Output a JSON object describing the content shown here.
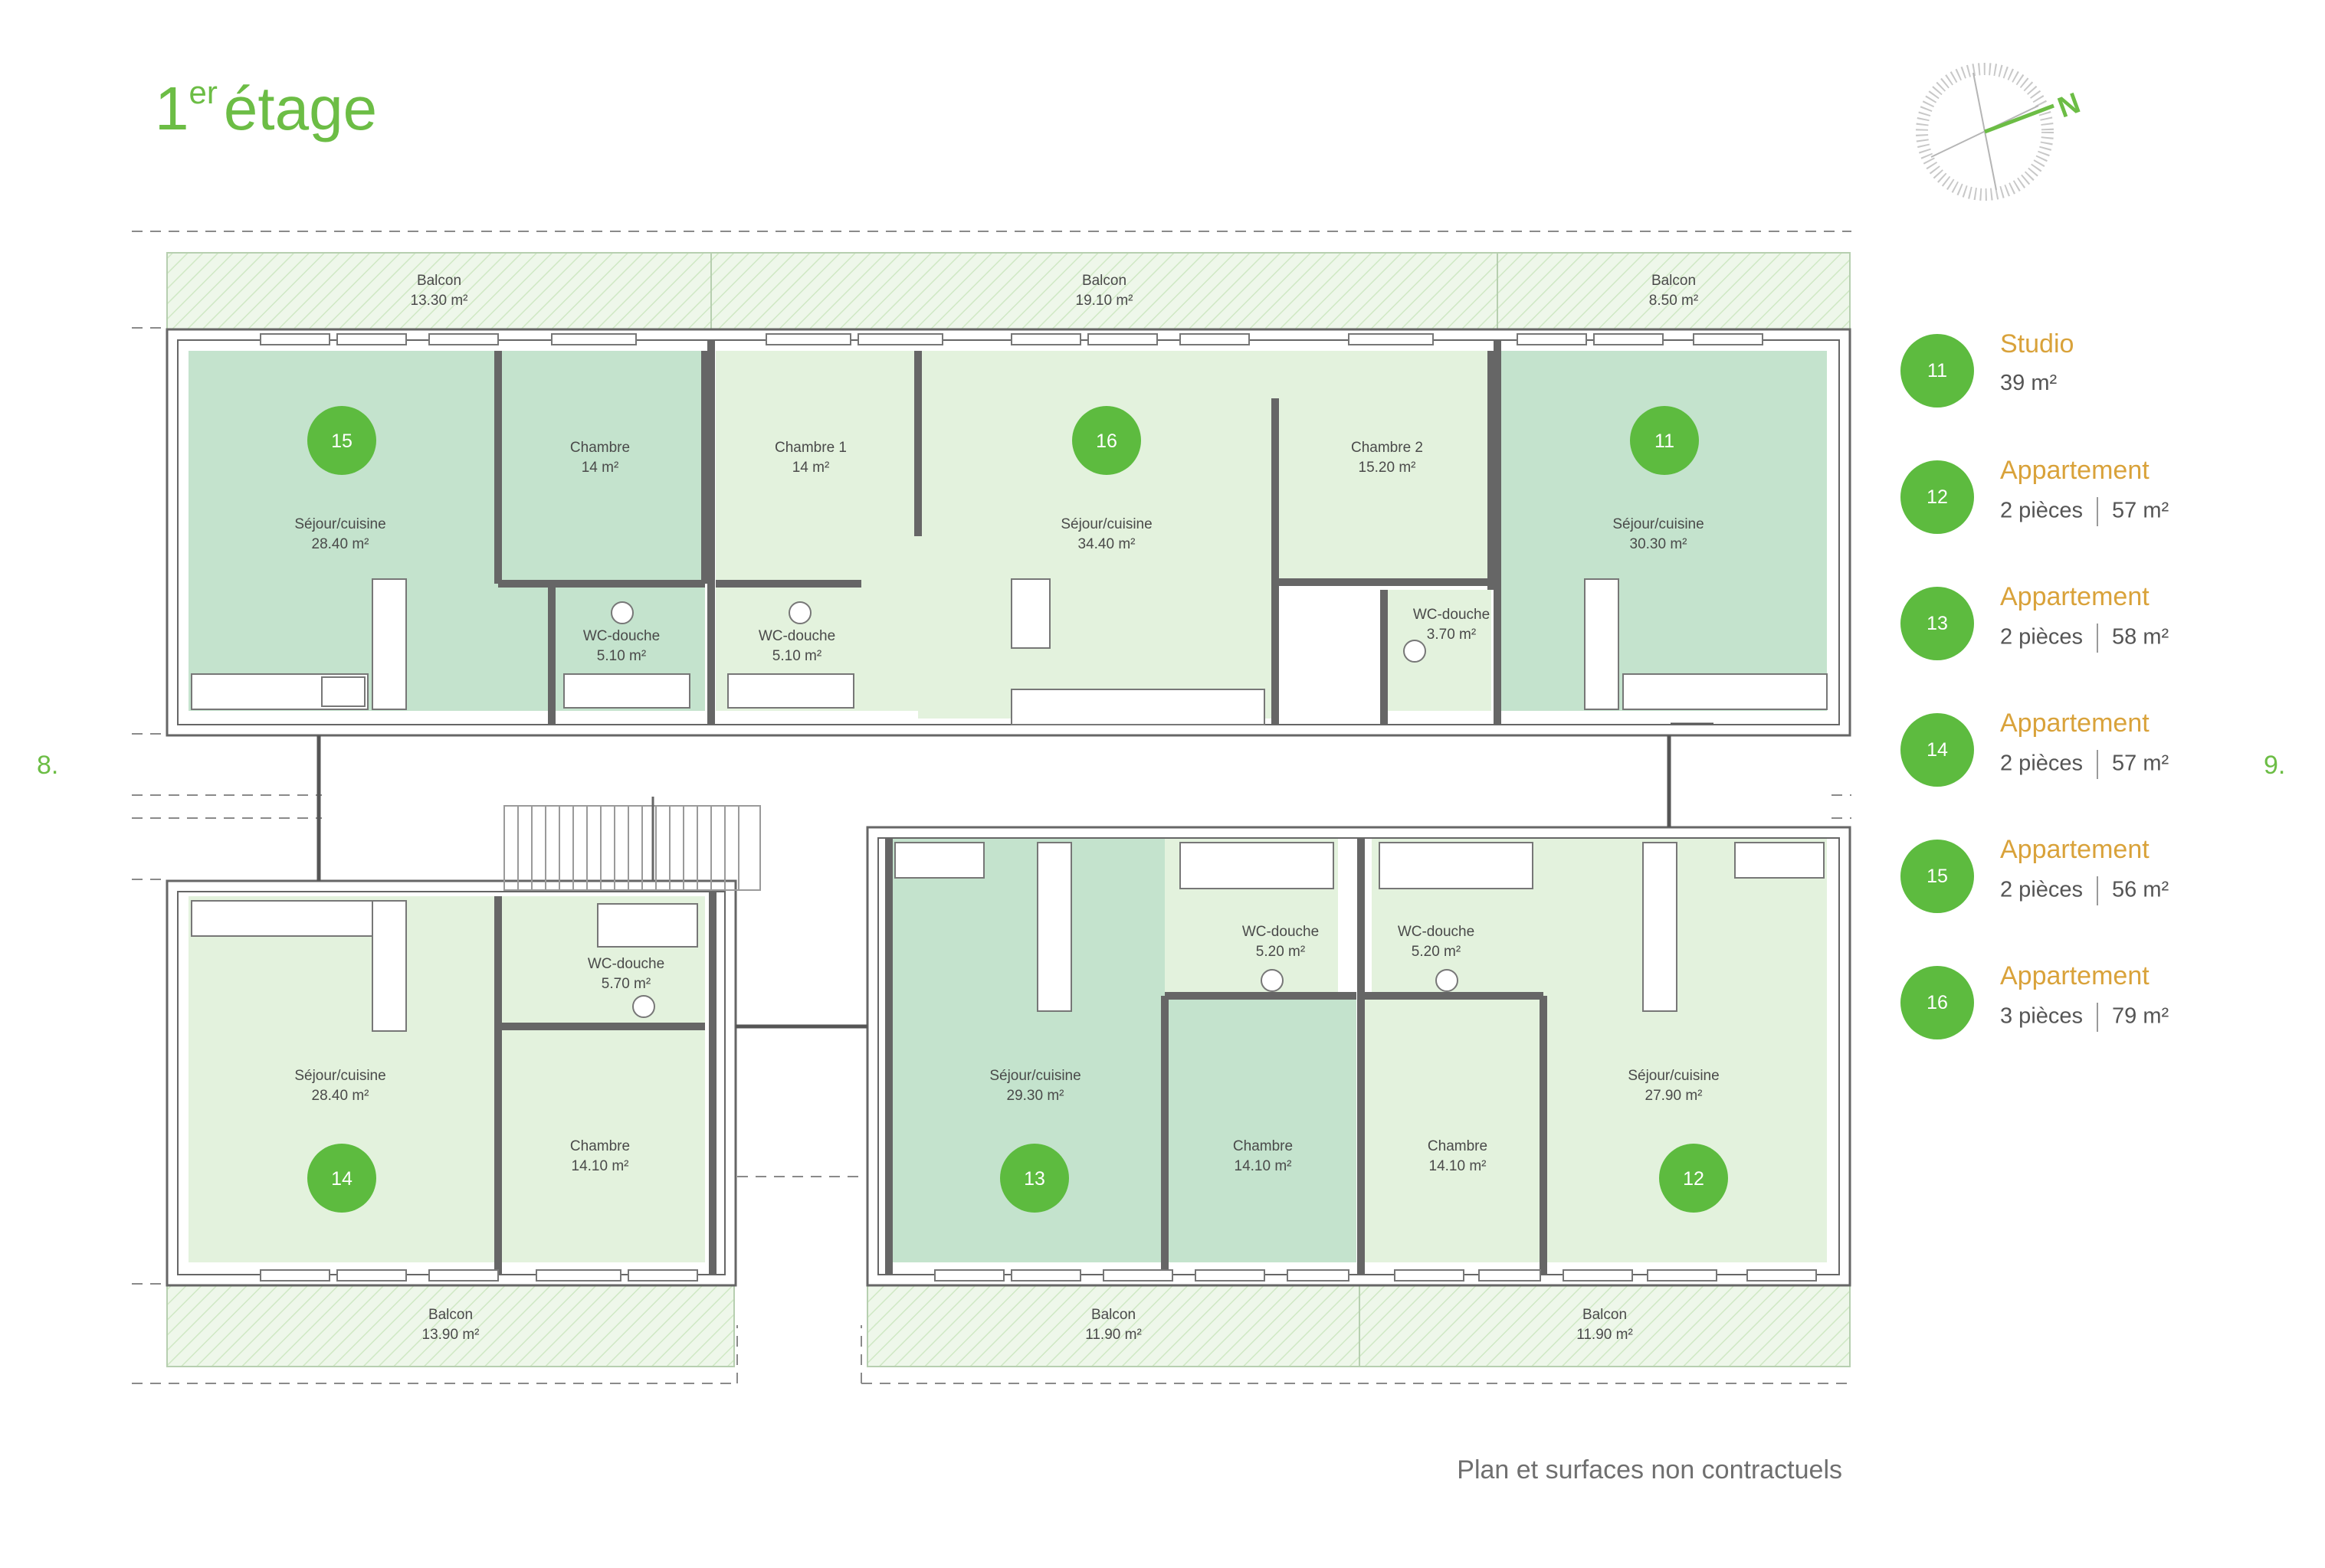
{
  "title": {
    "main": "1",
    "sup": "er",
    "rest": "étage"
  },
  "side_numbers": {
    "left": "8.",
    "right": "9."
  },
  "footer_note": "Plan et surfaces non contractuels",
  "compass": {
    "label": "N"
  },
  "colors": {
    "accent": "#6cbd45",
    "badge": "#5dbb3f",
    "type_text": "#d9a23a",
    "room_light": "#e3f2dd",
    "room_medium": "#c4e3cd",
    "balcony": "#eef7ea"
  },
  "balconies": {
    "top_left": {
      "label": "Balcon",
      "area": "13.30 m²"
    },
    "top_mid": {
      "label": "Balcon",
      "area": "19.10 m²"
    },
    "top_right": {
      "label": "Balcon",
      "area": "8.50 m²"
    },
    "bottom_left": {
      "label": "Balcon",
      "area": "13.90 m²"
    },
    "bottom_mid": {
      "label": "Balcon",
      "area": "11.90 m²"
    },
    "bottom_right": {
      "label": "Balcon",
      "area": "11.90 m²"
    }
  },
  "rooms": {
    "a15_sejour": {
      "name": "Séjour/cuisine",
      "area": "28.40 m²"
    },
    "a15_chambre": {
      "name": "Chambre",
      "area": "14 m²"
    },
    "a15_wc": {
      "name": "WC-douche",
      "area": "5.10 m²"
    },
    "a16_chambre1": {
      "name": "Chambre 1",
      "area": "14 m²"
    },
    "a16_wc": {
      "name": "WC-douche",
      "area": "5.10 m²"
    },
    "a16_sejour": {
      "name": "Séjour/cuisine",
      "area": "34.40 m²"
    },
    "a16_chambre2": {
      "name": "Chambre 2",
      "area": "15.20 m²"
    },
    "a11_wc": {
      "name": "WC-douche",
      "area": "3.70 m²"
    },
    "a11_sejour": {
      "name": "Séjour/cuisine",
      "area": "30.30 m²"
    },
    "a14_sejour": {
      "name": "Séjour/cuisine",
      "area": "28.40 m²"
    },
    "a14_wc": {
      "name": "WC-douche",
      "area": "5.70 m²"
    },
    "a14_chambre": {
      "name": "Chambre",
      "area": "14.10 m²"
    },
    "a13_sejour": {
      "name": "Séjour/cuisine",
      "area": "29.30 m²"
    },
    "a13_wc": {
      "name": "WC-douche",
      "area": "5.20 m²"
    },
    "a13_chambre": {
      "name": "Chambre",
      "area": "14.10 m²"
    },
    "a12_wc": {
      "name": "WC-douche",
      "area": "5.20 m²"
    },
    "a12_chambre": {
      "name": "Chambre",
      "area": "14.10 m²"
    },
    "a12_sejour": {
      "name": "Séjour/cuisine",
      "area": "27.90 m²"
    }
  },
  "plan_badges": {
    "b15": "15",
    "b16": "16",
    "b11": "11",
    "b14": "14",
    "b13": "13",
    "b12": "12"
  },
  "legend": [
    {
      "num": "11",
      "type": "Studio",
      "pieces": "",
      "area": "39 m²"
    },
    {
      "num": "12",
      "type": "Appartement",
      "pieces": "2 pièces",
      "area": "57 m²"
    },
    {
      "num": "13",
      "type": "Appartement",
      "pieces": "2 pièces",
      "area": "58 m²"
    },
    {
      "num": "14",
      "type": "Appartement",
      "pieces": "2 pièces",
      "area": "57 m²"
    },
    {
      "num": "15",
      "type": "Appartement",
      "pieces": "2 pièces",
      "area": "56 m²"
    },
    {
      "num": "16",
      "type": "Appartement",
      "pieces": "3 pièces",
      "area": "79 m²"
    }
  ]
}
